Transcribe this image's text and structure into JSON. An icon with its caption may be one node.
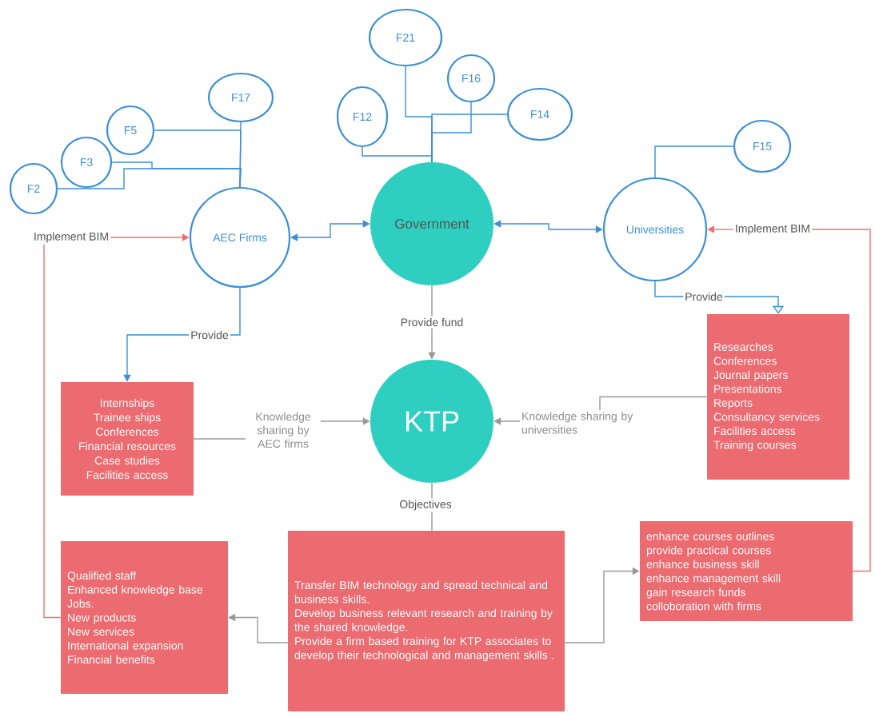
{
  "diagram": {
    "nodes": [
      {
        "text": [
          "F21"
        ]
      },
      {
        "text": [
          "F16"
        ]
      },
      {
        "text": [
          "F12"
        ]
      },
      {
        "text": [
          "F14"
        ]
      },
      {
        "text": [
          "F17"
        ]
      },
      {
        "text": [
          "F15"
        ]
      },
      {
        "text": [
          "F5"
        ]
      },
      {
        "text": [
          "F3"
        ]
      },
      {
        "text": [
          "F2"
        ]
      },
      {
        "text": [
          "AEC Firms"
        ]
      },
      {
        "text": [
          "Government"
        ]
      },
      {
        "text": [
          "Universities"
        ]
      },
      {
        "text": [
          "Implement BIM"
        ]
      },
      {
        "text": [
          "Implement BIM"
        ]
      },
      {
        "text": [
          "Internships",
          "Trainee ships",
          "Conferences",
          "Financial resources",
          "Case studies",
          "Facilities access"
        ]
      },
      {
        "text": [
          "Researches",
          "Conferences",
          "Journal papers",
          "Presentations",
          "Reports",
          "Consultancy services",
          "Facilities access",
          "Training courses"
        ]
      },
      {
        "text": [
          "KTP"
        ]
      },
      {
        "text": [
          "Qualified staff",
          "Enhanced knowledge base",
          "Jobs.",
          "New products",
          "New services",
          "International expansion",
          "Financial benefits"
        ]
      },
      {
        "text": [
          "Transfer BIM technology and spread technical and business skills.",
          "Develop business relevant research and training by the shared knowledge.",
          "Provide a firm based training for KTP associates to develop their technological and management skills ."
        ]
      },
      {
        "text": [
          "enhance courses outlines",
          "provide practical courses",
          "enhance business skill",
          "enhance management skill",
          "gain research funds",
          "colloboration with firms"
        ]
      }
    ],
    "edges": [
      {
        "from": 0,
        "to": 10,
        "arrow": "none"
      },
      {
        "from": 1,
        "to": 10,
        "arrow": "none"
      },
      {
        "from": 2,
        "to": 10,
        "arrow": "none"
      },
      {
        "from": 3,
        "to": 10,
        "arrow": "none"
      },
      {
        "from": 4,
        "to": 9,
        "arrow": "none"
      },
      {
        "from": 5,
        "to": 11,
        "arrow": "none"
      },
      {
        "from": 6,
        "to": 9,
        "arrow": "none"
      },
      {
        "from": 7,
        "to": 9,
        "arrow": "none"
      },
      {
        "from": 8,
        "to": 9,
        "arrow": "none"
      },
      {
        "from": 9,
        "to": 10,
        "arrow": "both"
      },
      {
        "from": 10,
        "to": 11,
        "arrow": "both"
      },
      {
        "from": 12,
        "to": 9,
        "arrow": "to",
        "color": "#f07070"
      },
      {
        "from": 13,
        "to": 11,
        "arrow": "to",
        "color": "#f07070"
      },
      {
        "from": 12,
        "to": 17,
        "arrow": "none",
        "color": "#f07070"
      },
      {
        "from": 19,
        "to": 13,
        "arrow": "none",
        "color": "#f07070"
      },
      {
        "from": 9,
        "to": 14,
        "arrow": "to",
        "label": "Provide"
      },
      {
        "from": 11,
        "to": 15,
        "arrow": "to",
        "label": "Provide"
      },
      {
        "from": 10,
        "to": 16,
        "arrow": "to",
        "label": "Provide fund",
        "color": "#999999"
      },
      {
        "from": 14,
        "to": 16,
        "arrow": "to",
        "label": "Knowledge sharing by AEC firms",
        "color": "#999999"
      },
      {
        "from": 15,
        "to": 16,
        "arrow": "to",
        "label": "Knowledge sharing by universities",
        "color": "#999999"
      },
      {
        "from": 16,
        "to": 18,
        "arrow": "none",
        "label": "Objectives",
        "color": "#999999"
      },
      {
        "from": 18,
        "to": 17,
        "arrow": "to",
        "color": "#999999"
      },
      {
        "from": 18,
        "to": 19,
        "arrow": "to",
        "color": "#999999"
      }
    ]
  }
}
